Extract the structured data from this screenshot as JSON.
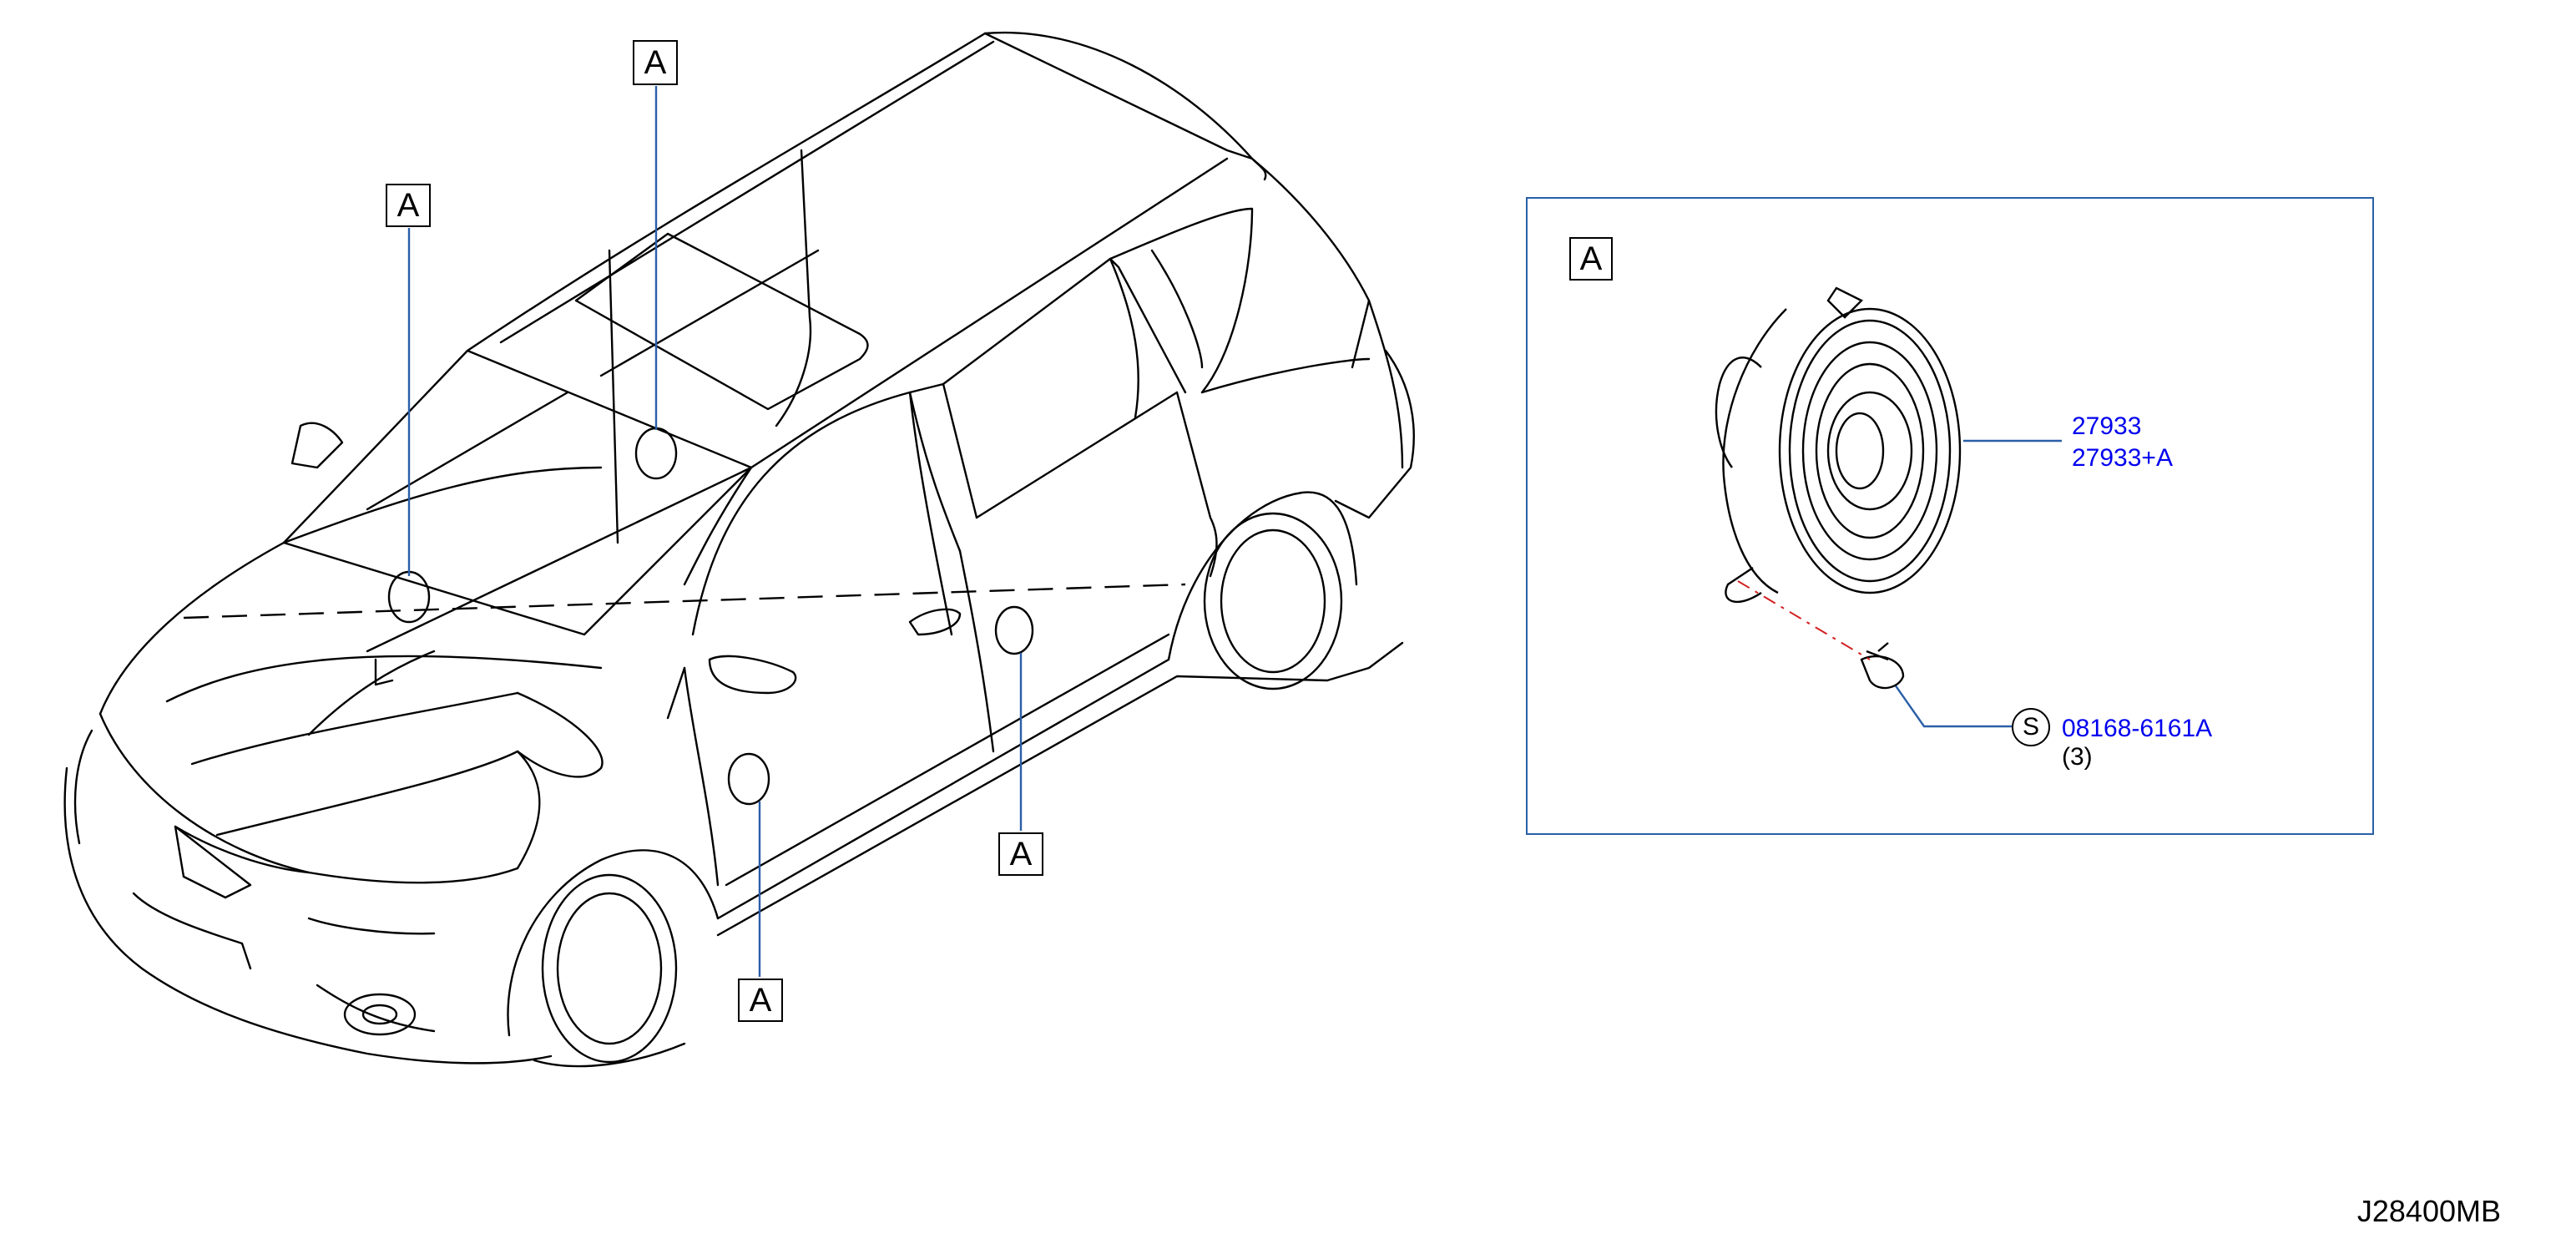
{
  "callouts": {
    "letter": "A"
  },
  "detail": {
    "label": "A",
    "speaker_part_numbers": [
      "27933",
      "27933+A"
    ],
    "screw_symbol": "S",
    "screw_part_number": "08168-6161A",
    "screw_quantity": "(3)"
  },
  "footer": {
    "drawing_code": "J28400MB"
  },
  "colors": {
    "part_number": "#0000ee",
    "leader": "#2a5fa8",
    "frame": "#2a5fa8",
    "line": "#000000",
    "axis_dash": "#d22020"
  }
}
